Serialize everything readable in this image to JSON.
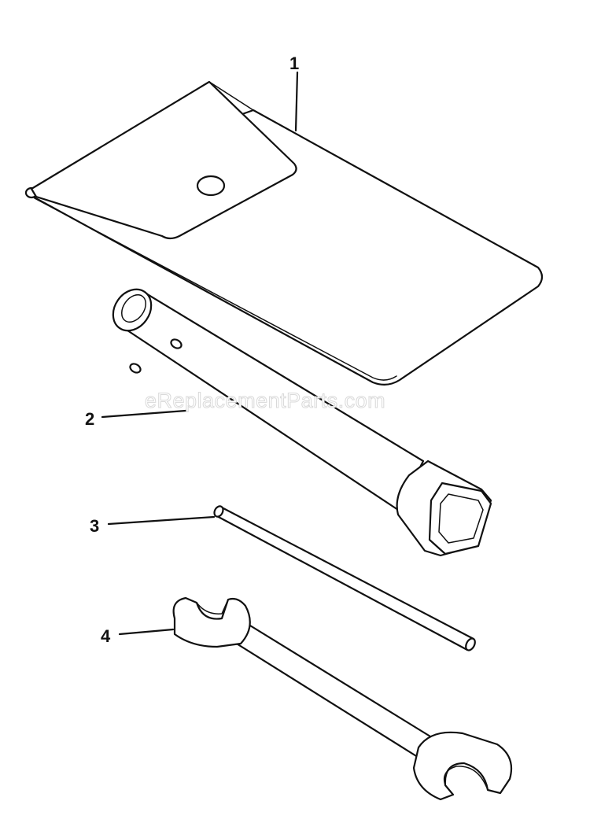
{
  "watermark": "eReplacementParts.com",
  "parts": [
    {
      "number": "1",
      "name": "tool-pouch"
    },
    {
      "number": "2",
      "name": "spark-plug-socket"
    },
    {
      "number": "3",
      "name": "tommy-bar"
    },
    {
      "number": "4",
      "name": "open-end-wrench"
    }
  ]
}
